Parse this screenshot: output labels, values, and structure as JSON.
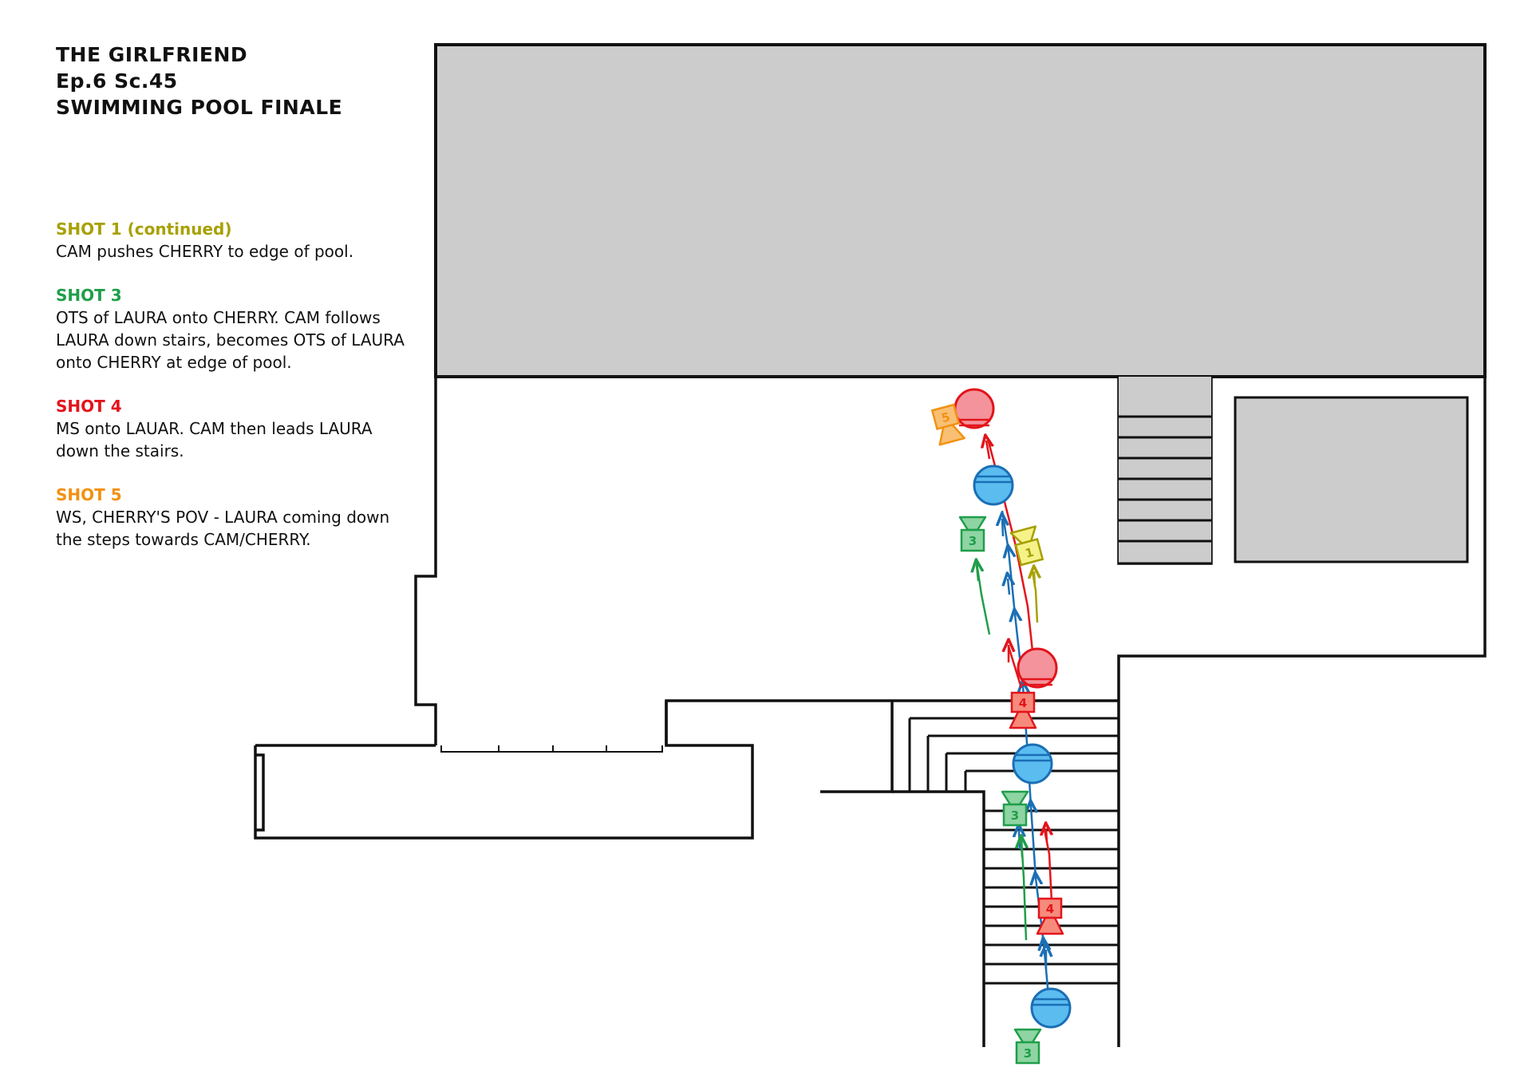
{
  "title": {
    "line1": "THE GIRLFRIEND",
    "line2": "Ep.6  Sc.45",
    "line3": "SWIMMING POOL FINALE"
  },
  "colors": {
    "shot1": "#a8a000",
    "shot3": "#1f9e4a",
    "shot4": "#e3141b",
    "shot5": "#f29111",
    "laura_fill": "#5bbcf0",
    "laura_stroke": "#1a6fb5",
    "cherry_fill": "#f4939b",
    "cherry_stroke": "#e3141b",
    "pool_fill": "#cccccc"
  },
  "shots": [
    {
      "heading": "SHOT 1 (continued)",
      "body": "CAM pushes CHERRY to edge of pool.",
      "color": "#a8a000"
    },
    {
      "heading": "SHOT 3",
      "body": "OTS of LAURA onto CHERRY. CAM follows\nLAURA down stairs, becomes OTS of LAURA\nonto CHERRY at edge of pool.",
      "color": "#1f9e4a"
    },
    {
      "heading": "SHOT 4",
      "body": "MS onto LAUAR. CAM then leads LAURA\ndown the stairs.",
      "color": "#e3141b"
    },
    {
      "heading": "SHOT 5",
      "body": "WS, CHERRY'S POV - LAURA coming down\nthe steps towards CAM/CHERRY.",
      "color": "#f29111"
    }
  ],
  "cameras": {
    "c1": "1",
    "c3a": "3",
    "c3b": "3",
    "c3c": "3",
    "c4a": "4",
    "c4b": "4",
    "c5": "5"
  },
  "icons": {
    "camera": "camera-icon",
    "laura": "laura-marker-icon",
    "cherry": "cherry-marker-icon"
  }
}
